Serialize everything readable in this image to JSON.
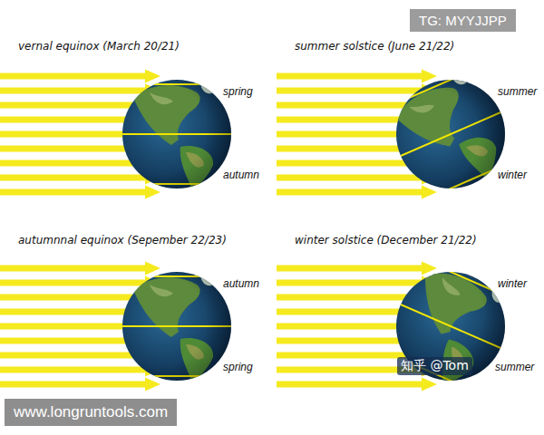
{
  "diagram": {
    "labels": [
      "TG: MYYJJPP",
      "vernal equinox (March 20/21)",
      "spring",
      "autumn",
      "summer solstice (June 21/22)",
      "summer",
      "winter",
      "autumnnal equinox (Sepember 22/23)",
      "autumn",
      "spring",
      "winter solstice (December 21/22)",
      "winter",
      "summer",
      "www.longruntools.com",
      "知乎 @Tom"
    ]
  }
}
